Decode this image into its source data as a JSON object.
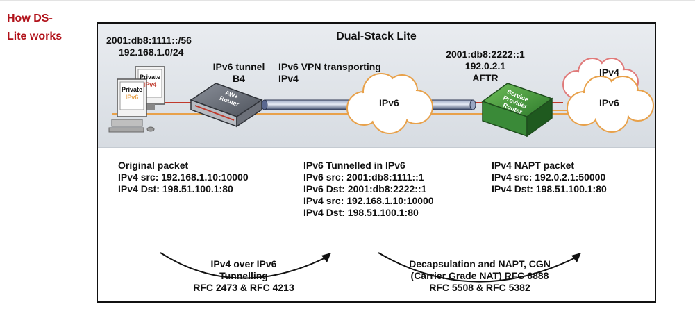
{
  "heading": {
    "line1": "How DS-",
    "line2": "Lite works"
  },
  "diagram": {
    "title": "Dual-Stack Lite",
    "client": {
      "ipv6_prefix": "2001:db8:1111::/56",
      "ipv4_subnet": "192.168.1.0/24",
      "pc1_line1": "Private",
      "pc1_line2": "IPv4",
      "pc2_line1": "Private",
      "pc2_line2": "IPv6"
    },
    "b4": {
      "line1": "IPv6 tunnel",
      "line2": "B4",
      "router_line1": "AW+",
      "router_line2": "Router"
    },
    "tunnel": {
      "line1": "IPv6 VPN transporting",
      "line2": "IPv4"
    },
    "cloud_middle": "IPv6",
    "aftr": {
      "ipv6": "2001:db8:2222::1",
      "ipv4": "192.0.2.1",
      "name": "AFTR",
      "device_line1": "Service",
      "device_line2": "Provider",
      "device_line3": "Router"
    },
    "cloud_right_back": "IPv4",
    "cloud_right_front": "IPv6",
    "original_packet": {
      "title": "Original packet",
      "line1": "IPv4 src: 192.168.1.10:10000",
      "line2": "IPv4 Dst: 198.51.100.1:80"
    },
    "tunnelled_packet": {
      "title": "IPv6 Tunnelled in IPv6",
      "line1": "IPv6 src: 2001:db8:1111::1",
      "line2": "IPv6 Dst: 2001:db8:2222::1",
      "line3": "IPv4 src: 192.168.1.10:10000",
      "line4": "IPv4 Dst: 198.51.100.1:80"
    },
    "napt_packet": {
      "title": "IPv4 NAPT packet",
      "line1": "IPv4 src: 192.0.2.1:50000",
      "line2": "IPv4 Dst: 198.51.100.1:80"
    },
    "arc_left": {
      "line1": "IPv4 over IPv6",
      "line2": "Tunnelling",
      "line3": "RFC 2473 & RFC 4213"
    },
    "arc_right": {
      "line1": "Decapsulation and NAPT, CGN",
      "line2": "(Carrier Grade NAT) RFC 6888",
      "line3": "RFC 5508 & RFC 5382"
    },
    "colors": {
      "heading": "#b1121a",
      "red_line": "#c0392b",
      "orange_line": "#e8a14a",
      "tunnel": "#4a5a7a",
      "device": "#3d8a3a"
    }
  }
}
